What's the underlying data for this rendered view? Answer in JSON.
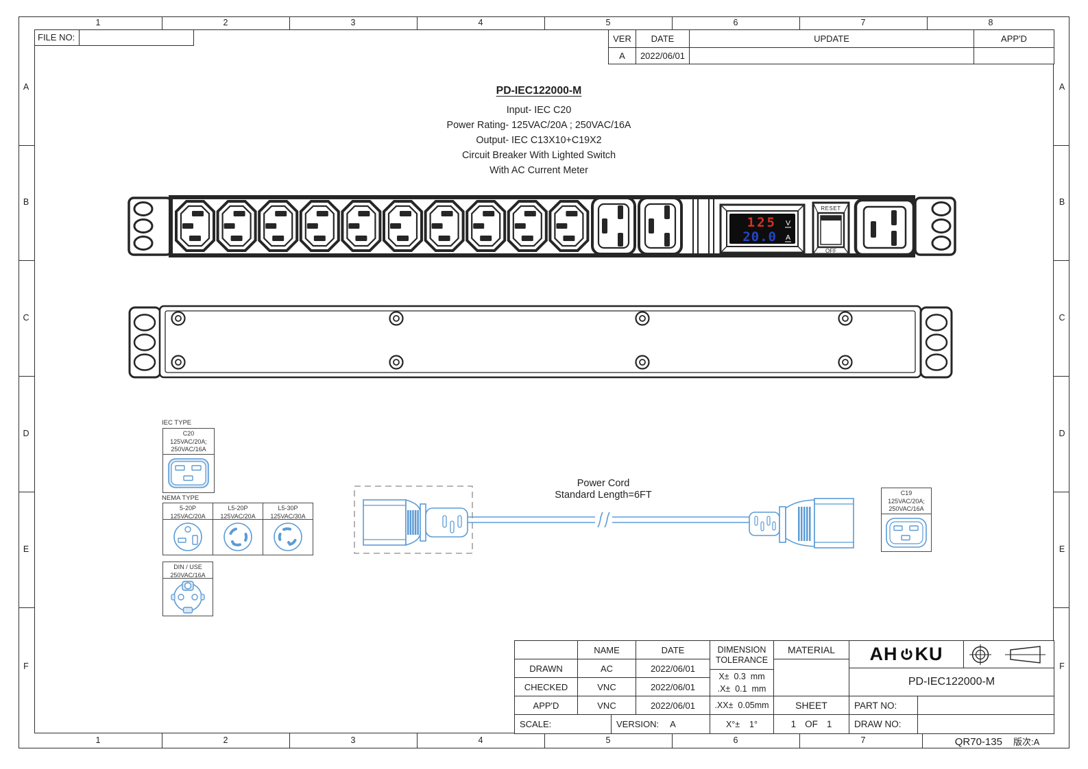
{
  "sheet": {
    "file_no_label": "FILE NO:",
    "cols": [
      "1",
      "2",
      "3",
      "4",
      "5",
      "6",
      "7",
      "8"
    ],
    "rows": [
      "A",
      "B",
      "C",
      "D",
      "E",
      "F"
    ],
    "doc_code": "QR70-135",
    "revision_note": "版次:A"
  },
  "revision_table": {
    "ver_header": "VER",
    "date_header": "DATE",
    "update_header": "UPDATE",
    "appd_header": "APP'D",
    "ver": "A",
    "date": "2022/06/01",
    "update": "",
    "appd": ""
  },
  "product": {
    "model": "PD-IEC122000-M",
    "spec_lines": [
      "Input- IEC C20",
      "Power Rating- 125VAC/20A ; 250VAC/16A",
      "Output- IEC C13X10+C19X2",
      "Circuit Breaker With Lighted Switch",
      "With AC Current Meter"
    ]
  },
  "front_view": {
    "meter": {
      "voltage": "125",
      "voltage_unit": "V",
      "current": "20.0",
      "current_unit": "A"
    },
    "breaker": {
      "reset_label": "RESET",
      "off_label": "OFF"
    }
  },
  "connector_legend": {
    "iec_section_label": "IEC TYPE",
    "iec_c20": {
      "name": "C20",
      "rating1": "125VAC/20A;",
      "rating2": "250VAC/16A"
    },
    "nema_section_label": "NEMA TYPE",
    "nema_items": [
      {
        "name": "5-20P",
        "rating": "125VAC/20A"
      },
      {
        "name": "L5-20P",
        "rating": "125VAC/20A"
      },
      {
        "name": "L5-30P",
        "rating": "125VAC/30A"
      }
    ],
    "din": {
      "name": "DIN / USE",
      "rating": "250VAC/16A"
    },
    "iec_c19": {
      "name": "C19",
      "rating1": "125VAC/20A;",
      "rating2": "250VAC/16A"
    }
  },
  "power_cord": {
    "title": "Power Cord",
    "length_note": "Standard Length=6FT"
  },
  "title_block": {
    "name_header": "NAME",
    "date_header": "DATE",
    "drawn_label": "DRAWN",
    "drawn_name": "AC",
    "drawn_date": "2022/06/01",
    "checked_label": "CHECKED",
    "checked_name": "VNC",
    "checked_date": "2022/06/01",
    "appd_label": "APP'D",
    "appd_name": "VNC",
    "appd_date": "2022/06/01",
    "scale_label": "SCALE:",
    "version_label": "VERSION:",
    "version_value": "A",
    "tol_header1": "DIMENSION",
    "tol_header2": "TOLERANCE",
    "tol_line1": "X±  0.3  mm",
    "tol_line2": ".X±  0.1  mm",
    "tol_line3": ".XX±  0.05mm",
    "tol_line4": "X°±    1°",
    "material_label": "MATERIAL",
    "brand_left": "AH",
    "brand_right": "KU",
    "product_code": "PD-IEC122000-M",
    "sheet_label": "SHEET",
    "sheet_num": "1",
    "sheet_of": "OF",
    "sheet_total": "1",
    "part_no_label": "PART NO:",
    "draw_no_label": "DRAW NO:"
  },
  "colors": {
    "line": "#2f2f2f",
    "drawing": "#262626",
    "blue": "#5b9bd5",
    "meter_red": "#d23226",
    "meter_blue": "#2545c8"
  }
}
